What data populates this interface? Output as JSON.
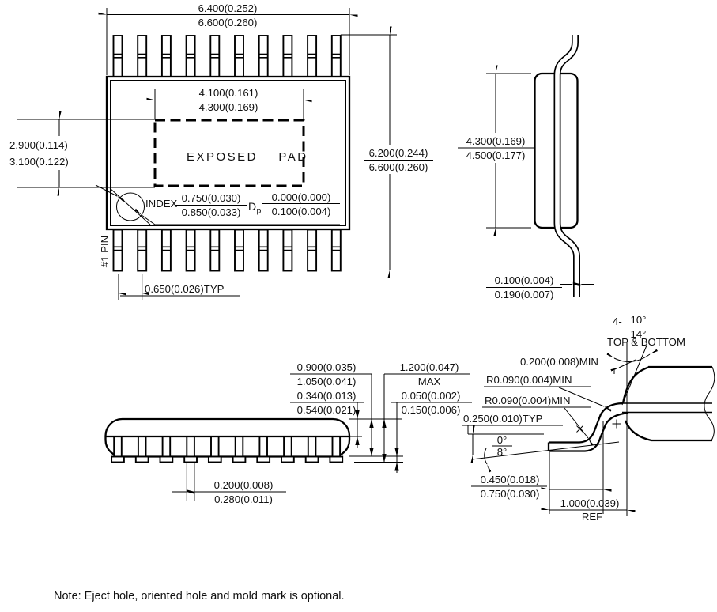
{
  "topView": {
    "bodyWidth": {
      "l1": "6.400(0.252)",
      "l2": "6.600(0.260)"
    },
    "padWidth": {
      "l1": "4.100(0.161)",
      "l2": "4.300(0.169)"
    },
    "padHeight": {
      "l1": "2.900(0.114)",
      "l2": "3.100(0.122)"
    },
    "overallHeight": {
      "l1": "6.200(0.244)",
      "l2": "6.600(0.260)"
    },
    "exposedPad": {
      "w1": "EXPOSED",
      "w2": "PAD"
    },
    "indexLabel": "INDEX",
    "indexDim": {
      "l1": "0.750(0.030)",
      "l2": "0.850(0.033)"
    },
    "dpLabel": {
      "main": "D",
      "sub": "p"
    },
    "dpDim": {
      "l1": "0.000(0.000)",
      "l2": "0.100(0.004)"
    },
    "pin1Label": "#1 PIN",
    "pitch": "0.650(0.026)TYP"
  },
  "sideView": {
    "bodyHeight": {
      "l1": "4.300(0.169)",
      "l2": "4.500(0.177)"
    },
    "leadThickness": {
      "l1": "0.100(0.004)",
      "l2": "0.190(0.007)"
    }
  },
  "frontView": {
    "bodyThickness": {
      "l1": "0.900(0.035)",
      "l2": "1.050(0.041)"
    },
    "shoulderHeight": {
      "l1": "0.340(0.013)",
      "l2": "0.540(0.021)"
    },
    "overallHeight": {
      "l1": "1.200(0.047)",
      "l2": "MAX"
    },
    "standoff": {
      "l1": "0.050(0.002)",
      "l2": "0.150(0.006)"
    },
    "leadWidth": {
      "l1": "0.200(0.008)",
      "l2": "0.280(0.011)"
    }
  },
  "leadDetail": {
    "draftAnglePrefix": "4-",
    "draftAngle": {
      "l1": "10°",
      "l2": "14°"
    },
    "topBottom": "TOP & BOTTOM",
    "flatMin": "0.200(0.008)MIN",
    "radius1": "R0.090(0.004)MIN",
    "radius2": "R0.090(0.004)MIN",
    "thickness": "0.250(0.010)TYP",
    "footAngle": {
      "l1": "0°",
      "l2": "8°"
    },
    "footLength": {
      "l1": "0.450(0.018)",
      "l2": "0.750(0.030)"
    },
    "leadLength": {
      "l1": "1.000(0.039)",
      "l2": "REF"
    }
  },
  "note": "Note: Eject hole, oriented hole and mold mark is optional."
}
